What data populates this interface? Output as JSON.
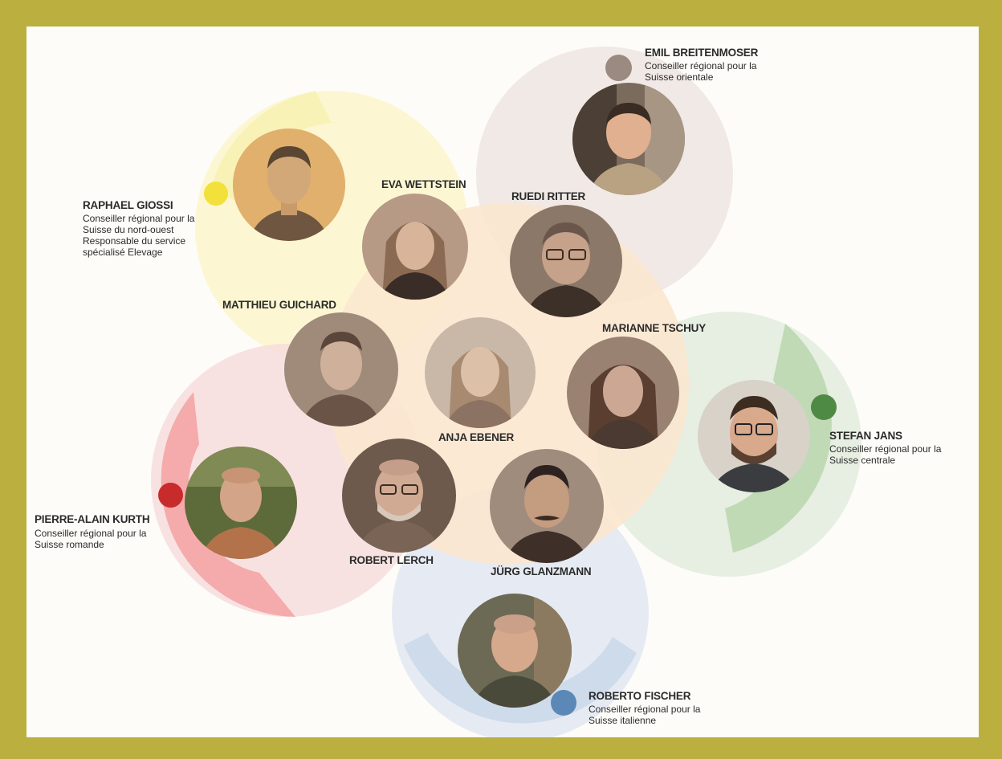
{
  "colors": {
    "frame": "#bbb03f",
    "yellow": "#f2e13a",
    "taupe": "#9a8a80",
    "green": "#4f8a45",
    "red": "#c82b2b",
    "blue": "#5b88b6",
    "center": "#fbe7cf"
  },
  "regional": [
    {
      "id": "raphael",
      "name": "RAPHAEL GIOSSI",
      "lines": [
        "Conseiller régional pour la",
        "Suisse du nord-ouest",
        "Responsable du service",
        "spécialisé Elevage"
      ],
      "color": "#f2e13a",
      "photo_tone": "sepia",
      "icon": "person-portrait"
    },
    {
      "id": "emil",
      "name": "EMIL BREITENMOSER",
      "lines": [
        "Conseiller régional pour la",
        "Suisse orientale"
      ],
      "color": "#9a8a80",
      "photo_tone": "color",
      "icon": "person-portrait"
    },
    {
      "id": "stefan",
      "name": "STEFAN JANS",
      "lines": [
        "Conseiller régional pour la",
        "Suisse centrale"
      ],
      "color": "#4f8a45",
      "photo_tone": "color",
      "icon": "person-portrait"
    },
    {
      "id": "pierre",
      "name": "PIERRE-ALAIN KURTH",
      "lines": [
        "Conseiller régional pour la",
        "Suisse romande"
      ],
      "color": "#c82b2b",
      "photo_tone": "color",
      "icon": "person-portrait"
    },
    {
      "id": "roberto",
      "name": "ROBERTO FISCHER",
      "lines": [
        "Conseiller régional pour la",
        "Suisse italienne"
      ],
      "color": "#5b88b6",
      "photo_tone": "color",
      "icon": "person-portrait"
    }
  ],
  "central": [
    {
      "id": "eva",
      "name": "EVA WETTSTEIN"
    },
    {
      "id": "ruedi",
      "name": "RUEDI RITTER"
    },
    {
      "id": "matthieu",
      "name": "MATTHIEU GUICHARD"
    },
    {
      "id": "anja",
      "name": "ANJA EBENER"
    },
    {
      "id": "marianne",
      "name": "MARIANNE TSCHUY"
    },
    {
      "id": "robert",
      "name": "ROBERT LERCH"
    },
    {
      "id": "jurg",
      "name": "JÜRG GLANZMANN"
    }
  ]
}
